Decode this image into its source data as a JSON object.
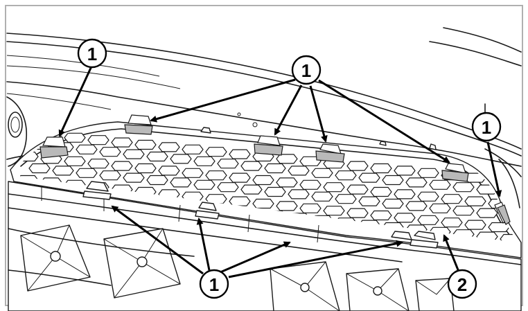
{
  "figure": {
    "callouts": [
      {
        "id": "c1",
        "label": "1"
      },
      {
        "id": "c2",
        "label": "1"
      },
      {
        "id": "c3",
        "label": "1"
      },
      {
        "id": "c4",
        "label": "1"
      },
      {
        "id": "c5",
        "label": "2"
      }
    ],
    "colors": {
      "line": "#1a1a1a",
      "clip_shade": "#b9b9b9",
      "frame": "#b0b0b0"
    }
  }
}
